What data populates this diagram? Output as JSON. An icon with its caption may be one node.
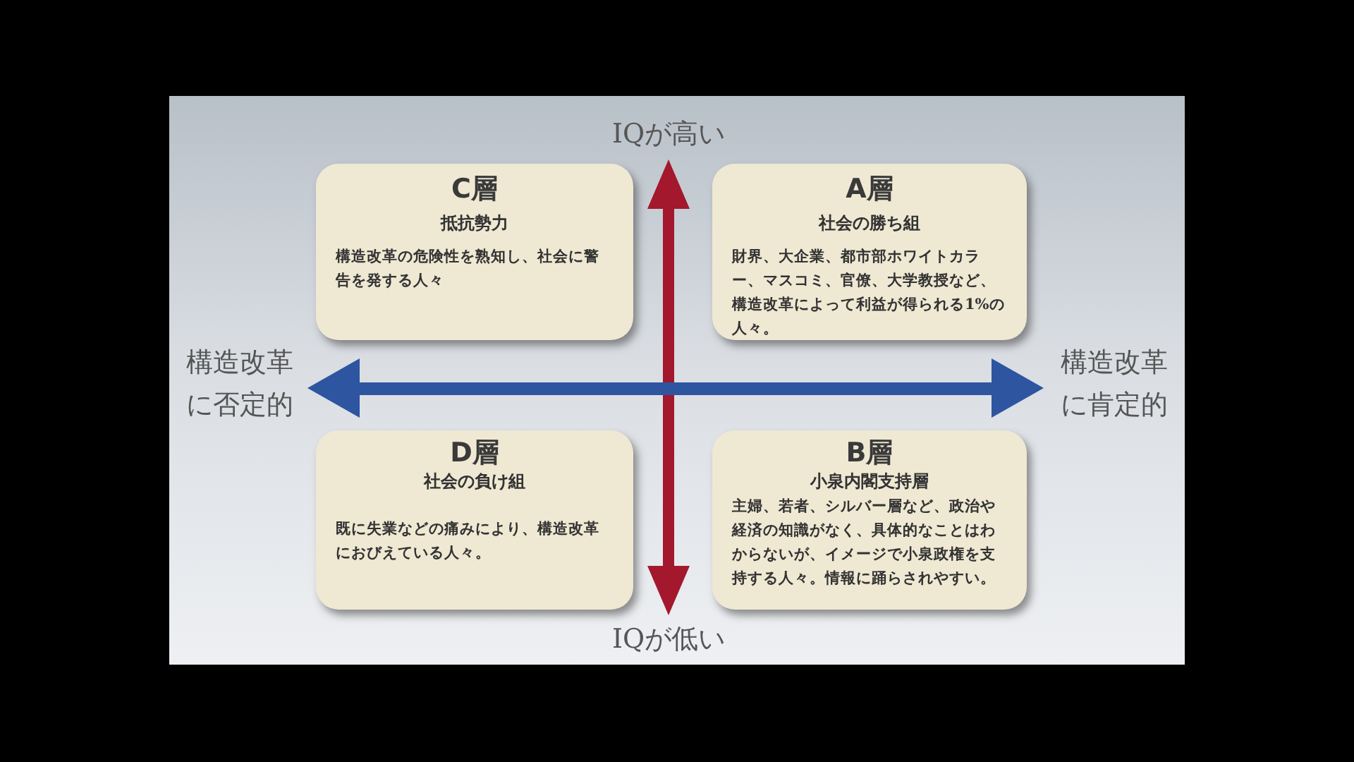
{
  "diagram": {
    "nodes": [
      {
        "text": [
          "C層",
          "抵抗勢力",
          "構造改革の危険性を熟知し、社会に警告を発する人々"
        ]
      },
      {
        "text": [
          "A層",
          "社会の勝ち組",
          "財界、大企業、都市部ホワイトカラー、マスコミ、官僚、大学教授など、構造改革によって利益が得られる1%の人々。"
        ]
      },
      {
        "text": [
          "D層",
          "社会の負け組",
          "既に失業などの痛みにより、構造改革におびえている人々。"
        ]
      },
      {
        "text": [
          "B層",
          "小泉内閣支持層",
          "主婦、若者、シルバー層など、政治や経済の知識がなく、具体的なことはわからないが、イメージで小泉政権を支持する人々。情報に踊らされやすい。"
        ]
      }
    ],
    "edges": [],
    "labels": [
      "IQが高い",
      "構造改革に否定的",
      "構造改革に肯定的",
      "IQが低い"
    ]
  }
}
